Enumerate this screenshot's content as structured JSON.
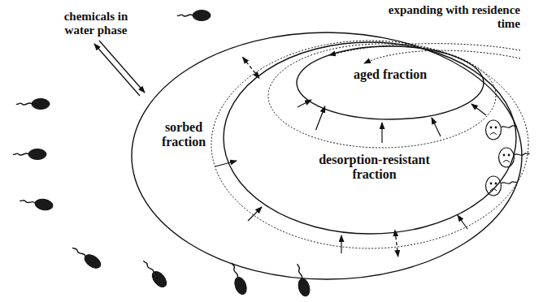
{
  "diagram": {
    "nodes": [
      {
        "text": [
          "sorbed fraction"
        ]
      },
      {
        "text": [
          "desorption-resistant fraction"
        ],
        "in": 0
      },
      {
        "text": [
          "aged fraction"
        ],
        "in": 1
      }
    ],
    "edges": [
      {
        "from": 0,
        "to": 1,
        "arrow": "both"
      },
      {
        "from": 1,
        "to": 2,
        "arrow": "to"
      },
      {
        "from": 0,
        "to": 1,
        "arrow": "both"
      }
    ],
    "labels": [
      "chemicals in water phase",
      "expanding with residence time"
    ]
  }
}
